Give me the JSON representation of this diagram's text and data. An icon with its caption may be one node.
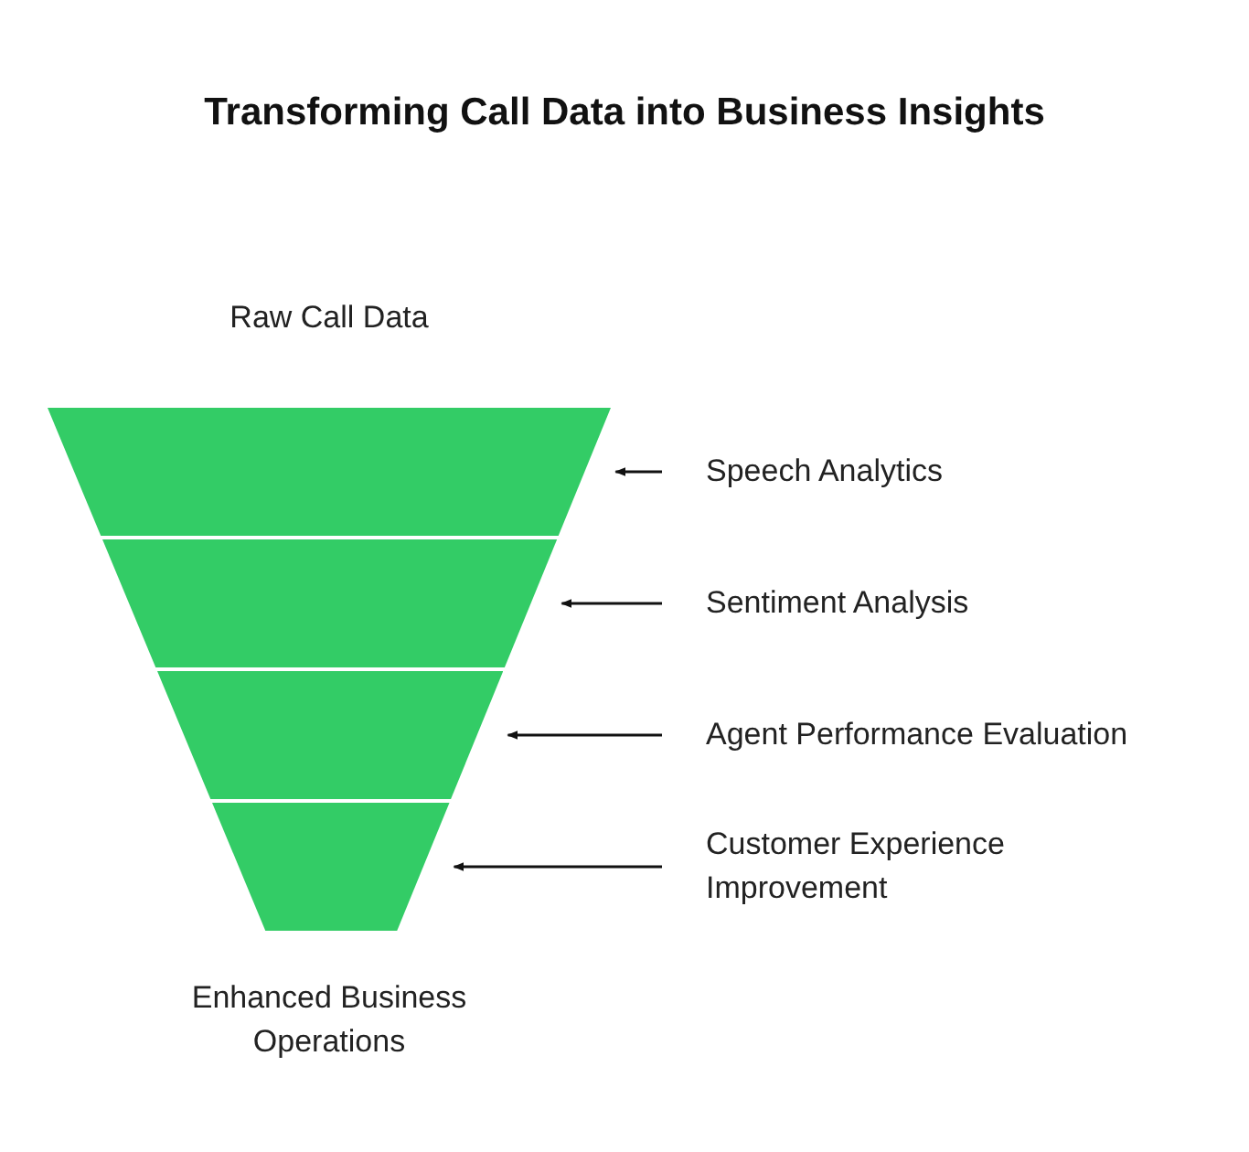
{
  "diagram": {
    "title": "Transforming Call Data into Business Insights",
    "nodes": [
      {
        "text": [],
        "shape": "trapezoid"
      },
      {
        "text": [],
        "shape": "trapezoid"
      },
      {
        "text": [],
        "shape": "trapezoid"
      },
      {
        "text": [],
        "shape": "trapezoid"
      },
      {
        "text": [
          "Speech Analytics"
        ]
      },
      {
        "text": [
          "Sentiment Analysis"
        ]
      },
      {
        "text": [
          "Agent Performance Evaluation"
        ]
      },
      {
        "text": [
          "Customer Experience Improvement"
        ]
      }
    ],
    "edges": [
      {
        "from": 4,
        "to": 0,
        "arrow": "to"
      },
      {
        "from": 5,
        "to": 1,
        "arrow": "to"
      },
      {
        "from": 6,
        "to": 2,
        "arrow": "to"
      },
      {
        "from": 7,
        "to": 3,
        "arrow": "to"
      }
    ],
    "labels": [
      "Raw Call Data",
      "Enhanced Business Operations"
    ]
  }
}
